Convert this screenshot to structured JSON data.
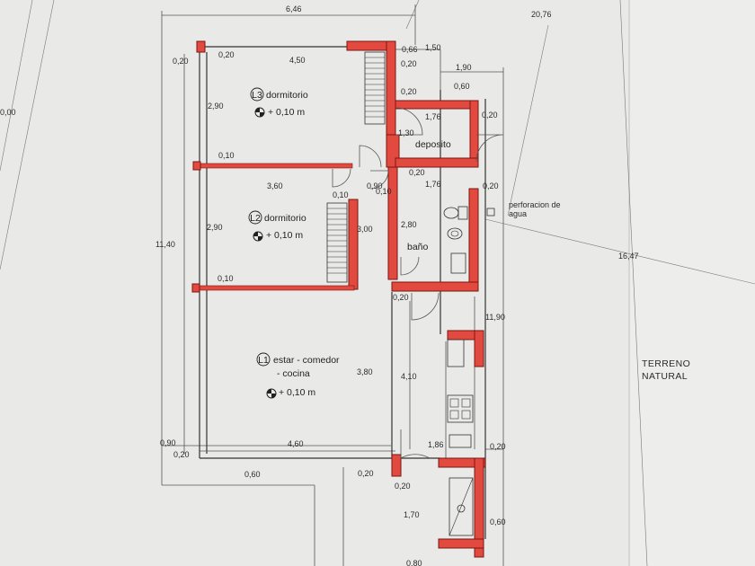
{
  "dimensions": {
    "total_width": "6,46",
    "site_width": "20,76",
    "top_left_wall": "0,20",
    "top_wall_inner": "0,20",
    "l3_width": "4,50",
    "stair_gap": "0,66",
    "right_block": "1,50",
    "wall_020_a": "0,20",
    "dep_top": "1,90",
    "dep_sub": "0,60",
    "wall_020_b": "0,20",
    "l3_height": "2,90",
    "dep_width": "1,76",
    "wall_020_c": "0,20",
    "dep_height": "1,30",
    "wall_010_a": "0,10",
    "l2_width": "3,60",
    "wall_010_b": "0,10",
    "door_090": "0,90",
    "wall_010_c": "0,10",
    "wall_020_d": "0,20",
    "bath_width": "1,76",
    "wall_020_e": "0,20",
    "l2_height": "2,90",
    "l2_depth": "3,00",
    "bath_height": "2,80",
    "wall_010_d": "0,10",
    "wall_020_f": "0,20",
    "total_height": "11,40",
    "site_depth": "11,90",
    "diag_length": "16,47",
    "l1_height": "3,80",
    "corridor": "4,10",
    "side_090": "0,90",
    "l1_width": "4,60",
    "kitchen_w": "1,86",
    "wall_020_g": "0,20",
    "wall_020_h": "0,20",
    "setback_060": "0,60",
    "wall_020_i": "0,20",
    "wall_020_j": "0,20",
    "patio_h": "1,70",
    "patio_w": "0,60",
    "bottom_080": "0,80",
    "left_edge": "0,00"
  },
  "rooms": {
    "l3": {
      "tag": "L3",
      "name": "dormitorio",
      "level": "+ 0,10 m"
    },
    "l2": {
      "tag": "L2",
      "name": "dormitorio",
      "level": "+ 0,10 m"
    },
    "l1": {
      "tag": "L1",
      "name_1": "estar - comedor",
      "name_2": "- cocina",
      "level": "+ 0,10 m"
    },
    "deposito": "deposito",
    "bano": "baño"
  },
  "notes": {
    "perforacion_1": "perforacion de",
    "perforacion_2": "agua",
    "terreno_1": "TERRENO",
    "terreno_2": "NATURAL"
  },
  "colors": {
    "wall": "#e2493f",
    "paper": "#e9e9e7",
    "ink": "#2b2b2b"
  }
}
